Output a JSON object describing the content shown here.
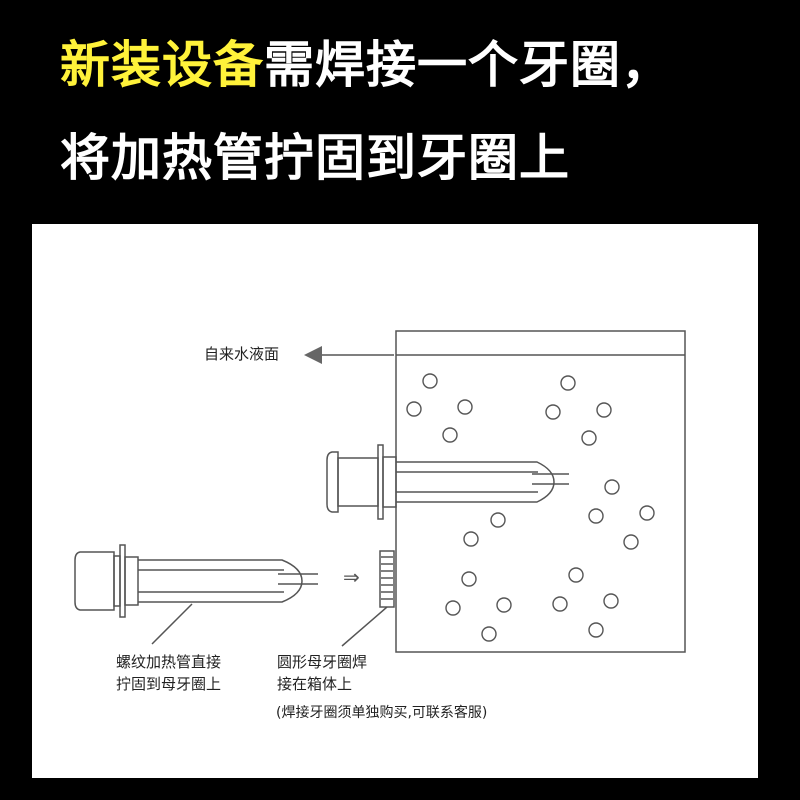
{
  "headline": {
    "line1_highlight": "新装设备",
    "line1_rest": "需焊接一个牙圈，",
    "line2": "将加热管拧固到牙圈上"
  },
  "colors": {
    "background": "#000000",
    "highlight": "#fff23a",
    "headline_text": "#ffffff",
    "panel": "#ffffff",
    "line": "#555555"
  },
  "diagram": {
    "water_level_label": "自来水液面",
    "arrow_symbol": "⇒",
    "heater_label_line1": "螺纹加热管直接",
    "heater_label_line2": "拧固到母牙圈上",
    "ring_label_line1": "圆形母牙圈焊",
    "ring_label_line2": "接在箱体上",
    "note": "(焊接牙圈须单独购买,可联系客服)"
  }
}
